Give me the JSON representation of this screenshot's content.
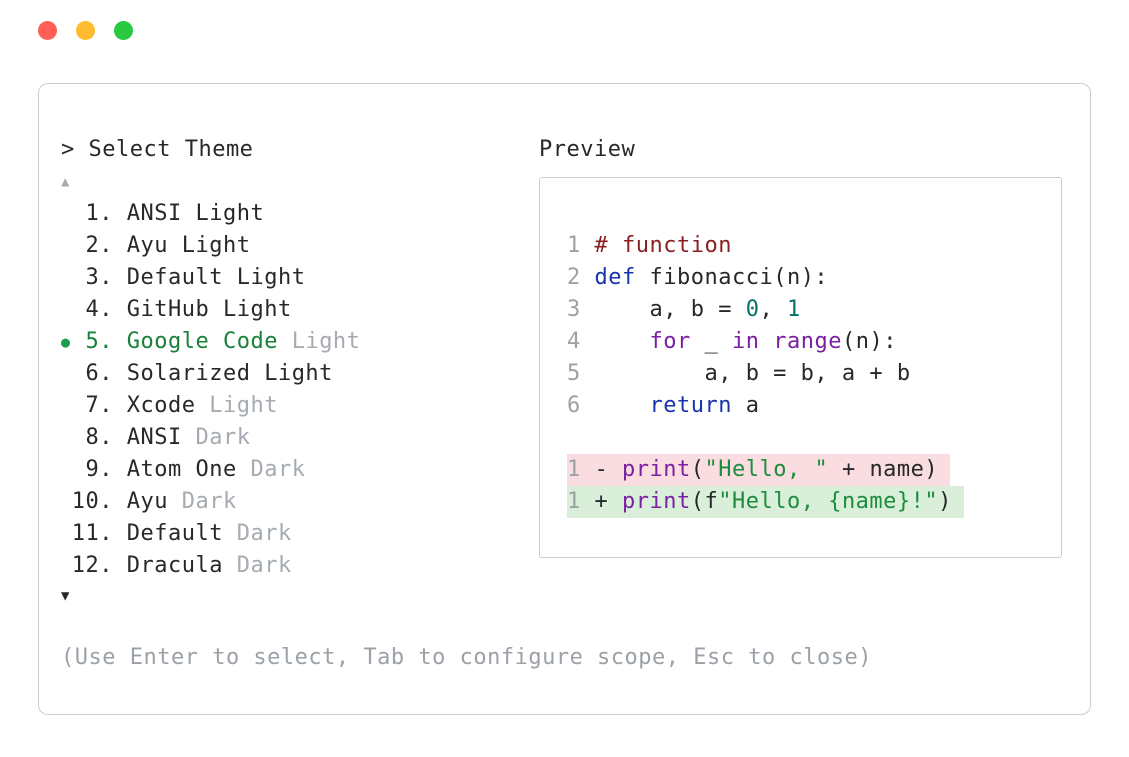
{
  "colors": {
    "traffic_red": "#ff5f57",
    "traffic_yellow": "#febc2e",
    "traffic_green": "#28c840",
    "panel_border": "#c9ced4",
    "text": "#26282b",
    "dim": "#a6abb1",
    "hint": "#9ba1a6",
    "selected": "#188038",
    "bullet": "#1aa04a",
    "comment": "#8b1e1e",
    "keyword": "#1733ad",
    "keyword2": "#7b1fa2",
    "number": "#067068",
    "string": "#1d8c3c",
    "line_number": "#9ba1a6",
    "removed_bg": "#f9dde0",
    "added_bg": "#d9efd9"
  },
  "selector": {
    "prompt": "> Select Theme",
    "scroll_up": "▲",
    "scroll_down": "▼",
    "selected_bullet": "●",
    "items": [
      {
        "number": "1.",
        "name": "ANSI Light",
        "dim": "",
        "selected": false
      },
      {
        "number": "2.",
        "name": "Ayu Light",
        "dim": "",
        "selected": false
      },
      {
        "number": "3.",
        "name": "Default Light",
        "dim": "",
        "selected": false
      },
      {
        "number": "4.",
        "name": "GitHub Light",
        "dim": "",
        "selected": false
      },
      {
        "number": "5.",
        "name": "Google Code",
        "dim": " Light",
        "selected": true
      },
      {
        "number": "6.",
        "name": "Solarized Light",
        "dim": "",
        "selected": false
      },
      {
        "number": "7.",
        "name": "Xcode",
        "dim": " Light",
        "selected": false
      },
      {
        "number": "8.",
        "name": "ANSI",
        "dim": " Dark",
        "selected": false
      },
      {
        "number": "9.",
        "name": "Atom One",
        "dim": " Dark",
        "selected": false
      },
      {
        "number": "10.",
        "name": "Ayu",
        "dim": " Dark",
        "selected": false
      },
      {
        "number": "11.",
        "name": "Default",
        "dim": " Dark",
        "selected": false
      },
      {
        "number": "12.",
        "name": "Dracula",
        "dim": " Dark",
        "selected": false
      }
    ],
    "hint": "(Use Enter to select, Tab to configure scope, Esc to close)"
  },
  "preview": {
    "label": "Preview",
    "lines": [
      {
        "type": "code",
        "tokens": [
          [
            "ln",
            "1 "
          ],
          [
            "comment",
            "# function"
          ]
        ]
      },
      {
        "type": "code",
        "tokens": [
          [
            "ln",
            "2 "
          ],
          [
            "kw",
            "def"
          ],
          [
            "plain",
            " fibonacci(n):"
          ]
        ]
      },
      {
        "type": "code",
        "tokens": [
          [
            "ln",
            "3 "
          ],
          [
            "plain",
            "    a, b = "
          ],
          [
            "num",
            "0"
          ],
          [
            "plain",
            ", "
          ],
          [
            "num",
            "1"
          ]
        ]
      },
      {
        "type": "code",
        "tokens": [
          [
            "ln",
            "4 "
          ],
          [
            "plain",
            "    "
          ],
          [
            "kw2",
            "for"
          ],
          [
            "plain",
            " _ "
          ],
          [
            "kw2",
            "in"
          ],
          [
            "plain",
            " "
          ],
          [
            "kw2",
            "range"
          ],
          [
            "plain",
            "(n):"
          ]
        ]
      },
      {
        "type": "code",
        "tokens": [
          [
            "ln",
            "5 "
          ],
          [
            "plain",
            "        a, b = b, a + b"
          ]
        ]
      },
      {
        "type": "code",
        "tokens": [
          [
            "ln",
            "6 "
          ],
          [
            "plain",
            "    "
          ],
          [
            "kw",
            "return"
          ],
          [
            "plain",
            " a"
          ]
        ]
      },
      {
        "type": "blank",
        "tokens": []
      },
      {
        "type": "removed",
        "tokens": [
          [
            "ln",
            "1 "
          ],
          [
            "plain",
            "- "
          ],
          [
            "kw2",
            "print"
          ],
          [
            "plain",
            "("
          ],
          [
            "str",
            "\"Hello, \""
          ],
          [
            "plain",
            " + name)"
          ]
        ]
      },
      {
        "type": "added",
        "tokens": [
          [
            "ln",
            "1 "
          ],
          [
            "plain",
            "+ "
          ],
          [
            "kw2",
            "print"
          ],
          [
            "plain",
            "(f"
          ],
          [
            "str",
            "\"Hello, {name}!\""
          ],
          [
            "plain",
            ")"
          ]
        ]
      }
    ]
  }
}
